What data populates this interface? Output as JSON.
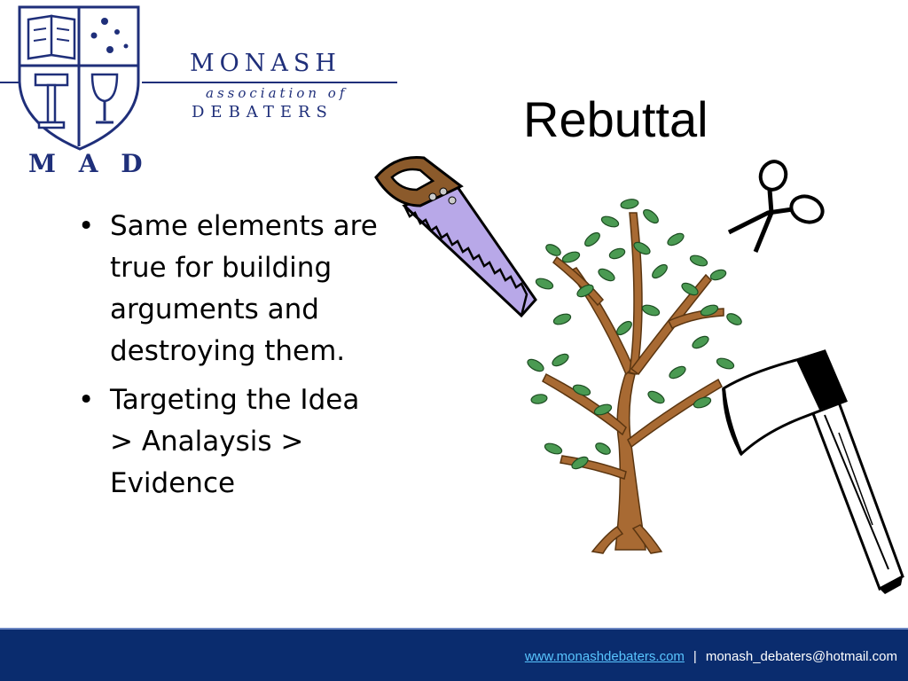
{
  "logo": {
    "org_line1": "MONASH",
    "org_line2": "association of",
    "org_line3": "DEBATERS",
    "monogram": "M A D"
  },
  "slide": {
    "title": "Rebuttal",
    "bullets": [
      "Same elements are true for building arguments and destroying them.",
      "Targeting the Idea > Analaysis > Evidence"
    ]
  },
  "icons": [
    "saw-icon",
    "scissors-icon",
    "tree-icon",
    "axe-icon"
  ],
  "footer": {
    "website": "www.monashdebaters.com",
    "separator": "|",
    "email": "monash_debaters@hotmail.com"
  },
  "colors": {
    "logo_blue": "#1f2f7a",
    "footer_bg": "#0a2c6e",
    "footer_link": "#59c5ff"
  }
}
